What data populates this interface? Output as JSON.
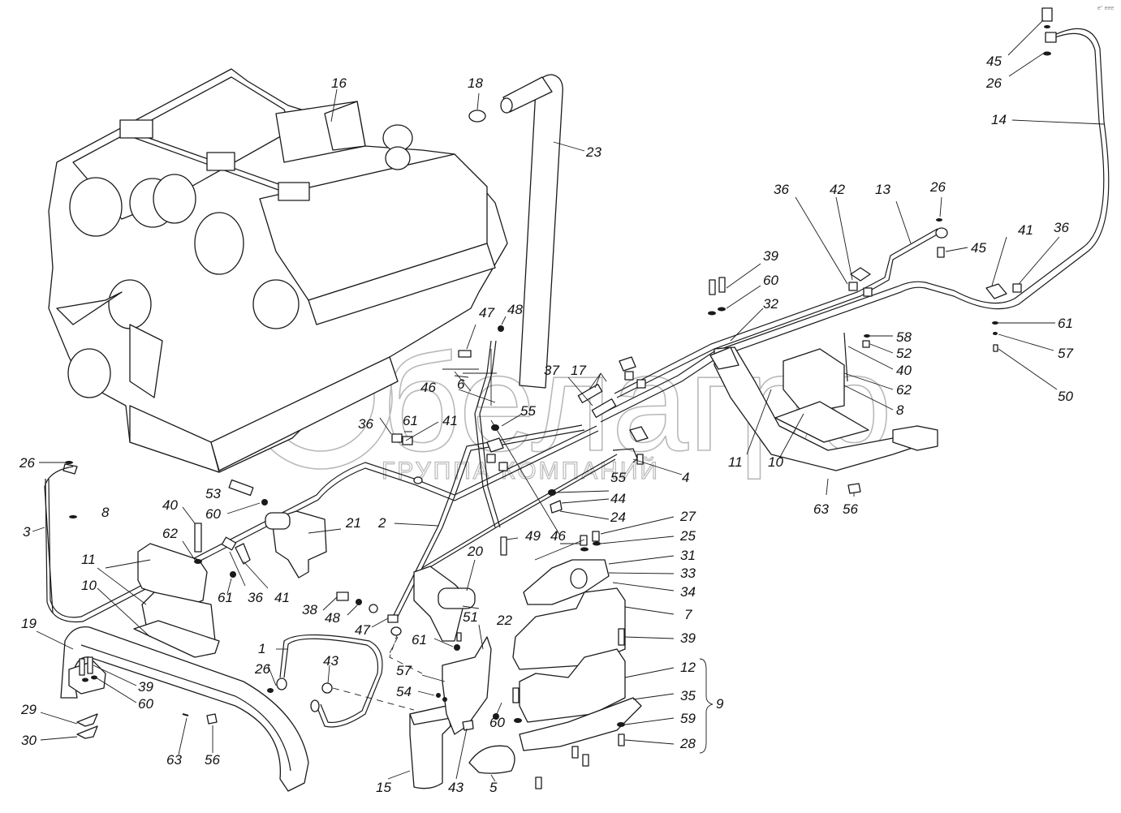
{
  "diagram": {
    "title": "Engine mounting and piping assembly exploded view",
    "watermark": {
      "brand": "белагро",
      "subtitle": "ГРУППА КОМПАНИЙ"
    },
    "corner_mark": "e° eee",
    "callouts": [
      {
        "id": "c1",
        "text": "16"
      },
      {
        "id": "c2",
        "text": "18"
      },
      {
        "id": "c3",
        "text": "23"
      },
      {
        "id": "c4",
        "text": "45"
      },
      {
        "id": "c5",
        "text": "26"
      },
      {
        "id": "c6",
        "text": "14"
      },
      {
        "id": "c7",
        "text": "36"
      },
      {
        "id": "c8",
        "text": "42"
      },
      {
        "id": "c9",
        "text": "13"
      },
      {
        "id": "c10",
        "text": "26"
      },
      {
        "id": "c11",
        "text": "45"
      },
      {
        "id": "c12",
        "text": "41"
      },
      {
        "id": "c13",
        "text": "36"
      },
      {
        "id": "c14",
        "text": "39"
      },
      {
        "id": "c15",
        "text": "60"
      },
      {
        "id": "c16",
        "text": "32"
      },
      {
        "id": "c17",
        "text": "61"
      },
      {
        "id": "c18",
        "text": "57"
      },
      {
        "id": "c19",
        "text": "50"
      },
      {
        "id": "c20",
        "text": "58"
      },
      {
        "id": "c21",
        "text": "52"
      },
      {
        "id": "c22",
        "text": "40"
      },
      {
        "id": "c23",
        "text": "62"
      },
      {
        "id": "c24",
        "text": "8"
      },
      {
        "id": "c25",
        "text": "11"
      },
      {
        "id": "c26",
        "text": "10"
      },
      {
        "id": "c27",
        "text": "63"
      },
      {
        "id": "c28",
        "text": "56"
      },
      {
        "id": "c29",
        "text": "47"
      },
      {
        "id": "c30",
        "text": "48"
      },
      {
        "id": "c31",
        "text": "46"
      },
      {
        "id": "c32",
        "text": "6"
      },
      {
        "id": "c33",
        "text": "55"
      },
      {
        "id": "c34",
        "text": "37"
      },
      {
        "id": "c35",
        "text": "17"
      },
      {
        "id": "c36",
        "text": "36"
      },
      {
        "id": "c37",
        "text": "61"
      },
      {
        "id": "c38",
        "text": "41"
      },
      {
        "id": "c39",
        "text": "4"
      },
      {
        "id": "c40",
        "text": "55"
      },
      {
        "id": "c41",
        "text": "44"
      },
      {
        "id": "c42",
        "text": "24"
      },
      {
        "id": "c43",
        "text": "46"
      },
      {
        "id": "c44",
        "text": "27"
      },
      {
        "id": "c45",
        "text": "25"
      },
      {
        "id": "c46",
        "text": "49"
      },
      {
        "id": "c47",
        "text": "31"
      },
      {
        "id": "c48",
        "text": "33"
      },
      {
        "id": "c49",
        "text": "34"
      },
      {
        "id": "c50",
        "text": "7"
      },
      {
        "id": "c51",
        "text": "39"
      },
      {
        "id": "c52",
        "text": "12"
      },
      {
        "id": "c53",
        "text": "35"
      },
      {
        "id": "c54",
        "text": "59"
      },
      {
        "id": "c55",
        "text": "28"
      },
      {
        "id": "c56",
        "text": "9"
      },
      {
        "id": "c57",
        "text": "60"
      },
      {
        "id": "c58",
        "text": "5"
      },
      {
        "id": "c59",
        "text": "43"
      },
      {
        "id": "c60",
        "text": "15"
      },
      {
        "id": "c61",
        "text": "22"
      },
      {
        "id": "c62",
        "text": "57"
      },
      {
        "id": "c63",
        "text": "54"
      },
      {
        "id": "c64",
        "text": "61"
      },
      {
        "id": "c65",
        "text": "20"
      },
      {
        "id": "c66",
        "text": "51"
      },
      {
        "id": "c67",
        "text": "2"
      },
      {
        "id": "c68",
        "text": "21"
      },
      {
        "id": "c69",
        "text": "53"
      },
      {
        "id": "c70",
        "text": "60"
      },
      {
        "id": "c71",
        "text": "40"
      },
      {
        "id": "c72",
        "text": "62"
      },
      {
        "id": "c73",
        "text": "8"
      },
      {
        "id": "c74",
        "text": "26"
      },
      {
        "id": "c75",
        "text": "3"
      },
      {
        "id": "c76",
        "text": "11"
      },
      {
        "id": "c77",
        "text": "10"
      },
      {
        "id": "c78",
        "text": "61"
      },
      {
        "id": "c79",
        "text": "36"
      },
      {
        "id": "c80",
        "text": "41"
      },
      {
        "id": "c81",
        "text": "38"
      },
      {
        "id": "c82",
        "text": "48"
      },
      {
        "id": "c83",
        "text": "47"
      },
      {
        "id": "c84",
        "text": "19"
      },
      {
        "id": "c85",
        "text": "1"
      },
      {
        "id": "c86",
        "text": "26"
      },
      {
        "id": "c87",
        "text": "43"
      },
      {
        "id": "c88",
        "text": "39"
      },
      {
        "id": "c89",
        "text": "60"
      },
      {
        "id": "c90",
        "text": "29"
      },
      {
        "id": "c91",
        "text": "30"
      },
      {
        "id": "c92",
        "text": "63"
      },
      {
        "id": "c93",
        "text": "56"
      }
    ]
  }
}
